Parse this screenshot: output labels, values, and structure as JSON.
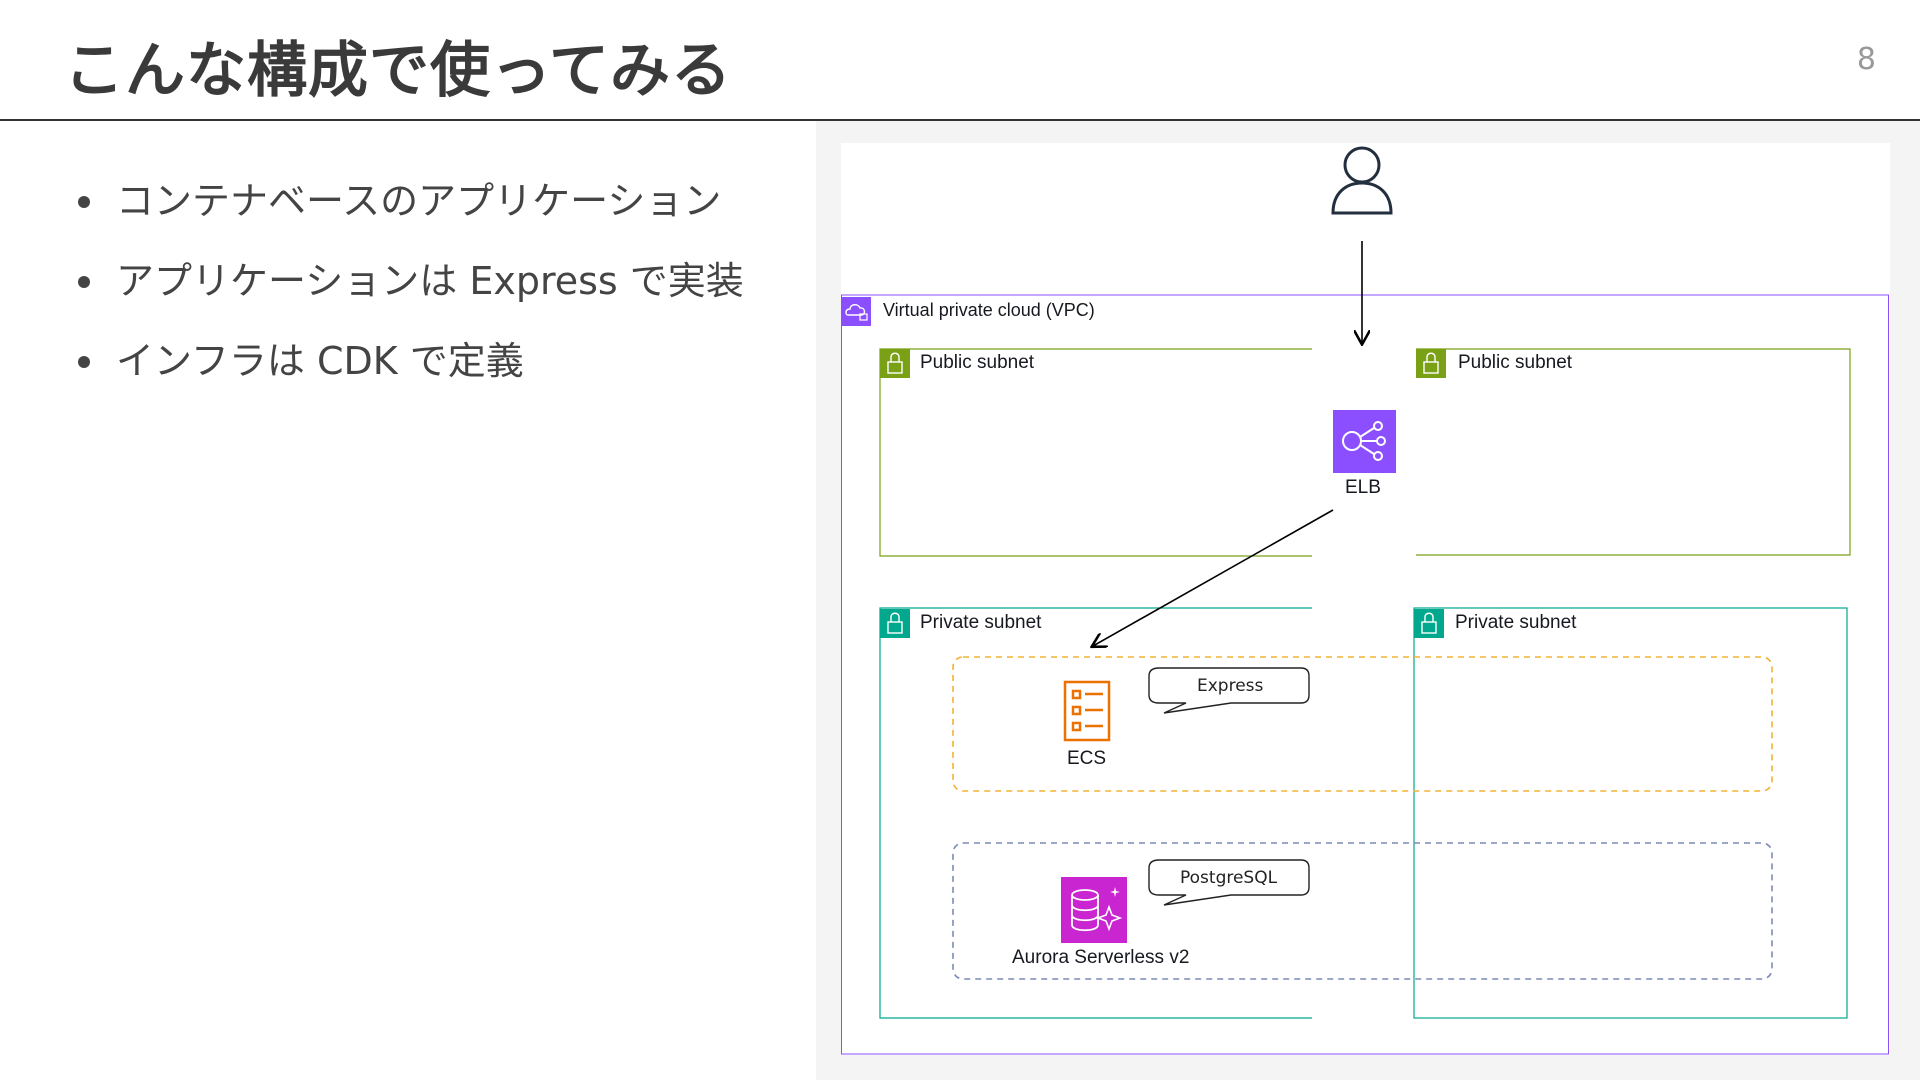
{
  "slide": {
    "title": "こんな構成で使ってみる",
    "page_number": "8"
  },
  "bullets": [
    "コンテナベースのアプリケーション",
    "アプリケーションは Express で実装",
    "インフラは CDK で定義"
  ],
  "diagram": {
    "vpc_label": "Virtual private cloud (VPC)",
    "public_subnet_left": "Public subnet",
    "public_subnet_right": "Public subnet",
    "private_subnet_left": "Private subnet",
    "private_subnet_right": "Private subnet",
    "elb_label": "ELB",
    "ecs_label": "ECS",
    "aurora_label": "Aurora Serverless v2",
    "express_bubble": "Express",
    "postgres_bubble": "PostgreSQL",
    "colors": {
      "vpc": "#8c4fff",
      "public_subnet": "#7aa116",
      "private_subnet": "#01a88d",
      "elb": "#8c4fff",
      "ecs": "#ed7100",
      "aurora": "#c925d1",
      "ecs_group_border": "#f2b233",
      "db_group_border": "#7d8ab8"
    }
  }
}
